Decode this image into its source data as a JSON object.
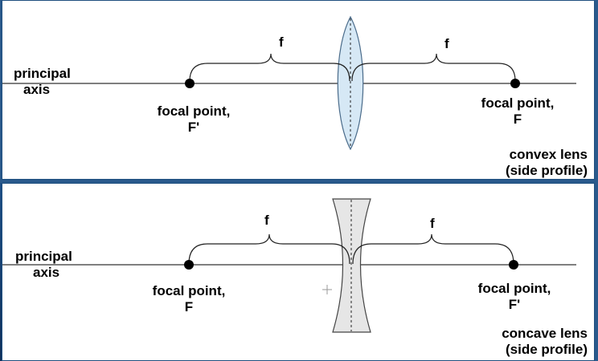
{
  "convex": {
    "principal_axis": [
      "principal",
      "axis"
    ],
    "f_left": "f",
    "f_right": "f",
    "left_focal": [
      "focal point,",
      "F'"
    ],
    "right_focal": [
      "focal point,",
      "F"
    ],
    "lens_caption": [
      "convex lens",
      "(side profile)"
    ]
  },
  "concave": {
    "principal_axis": [
      "principal",
      "axis"
    ],
    "f_left": "f",
    "f_right": "f",
    "left_focal": [
      "focal point,",
      "F"
    ],
    "right_focal": [
      "focal point,",
      "F'"
    ],
    "lens_caption": [
      "concave lens",
      "(side profile)"
    ]
  },
  "colors": {
    "lens_fill": "#d6e8f5",
    "concave_fill": "#e6e6e6",
    "frame": "#1f4f7f",
    "background": "#2a5a8c"
  }
}
